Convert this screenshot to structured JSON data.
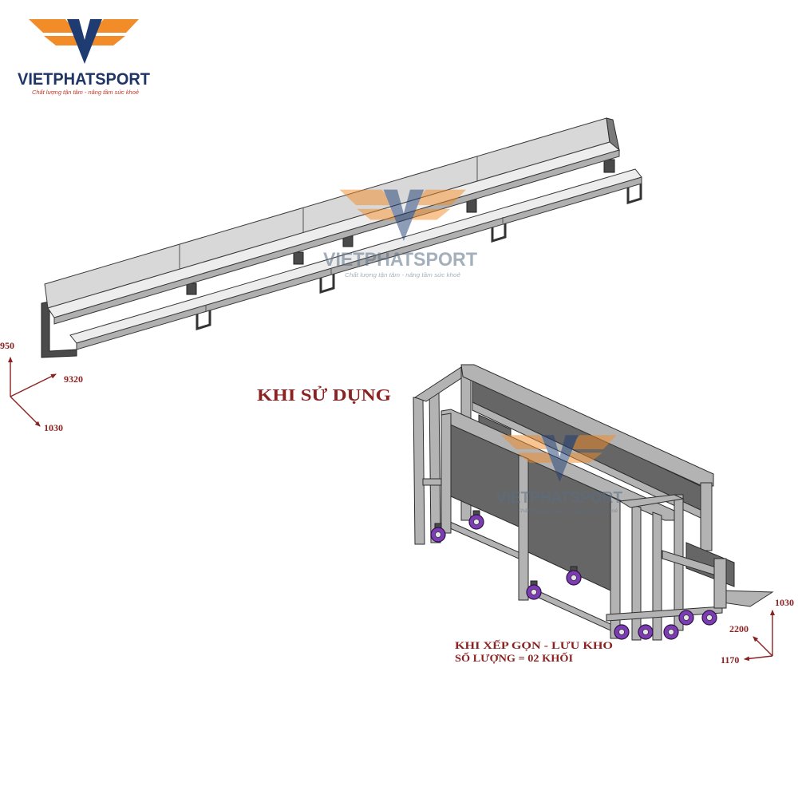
{
  "logo": {
    "brand": "VIETPHATSPORT",
    "tagline": "Chất lượng tận tâm - nâng tầm sức khoẻ",
    "colors": {
      "wing": "#f28c28",
      "v_mark": "#1e3c72",
      "brand_text": "#1f3566",
      "tagline_text": "#c0392b"
    }
  },
  "watermarks": [
    {
      "brand": "VIETPHATSPORT",
      "tagline": "Chất lượng tận tâm - nâng tầm sức khoẻ"
    },
    {
      "brand": "VIETPHATSPORT",
      "tagline": "Chất lượng tận tâm - nâng tầm sức khoẻ"
    }
  ],
  "in_use": {
    "caption": "KHI SỬ DỤNG",
    "dimensions": {
      "height": "950",
      "length": "9320",
      "depth": "1030"
    }
  },
  "storage": {
    "caption_line1": "KHI XẾP GỌN - LƯU KHO",
    "caption_line2": "SỐ LƯỢNG = 02 KHỐI",
    "dimensions": {
      "height": "1030",
      "length": "2200",
      "depth": "1170"
    }
  },
  "colors": {
    "annotation": "#8b2222",
    "wheel": "#7d3cb5",
    "frame": "#b3b3b3",
    "panel": "#666666"
  }
}
